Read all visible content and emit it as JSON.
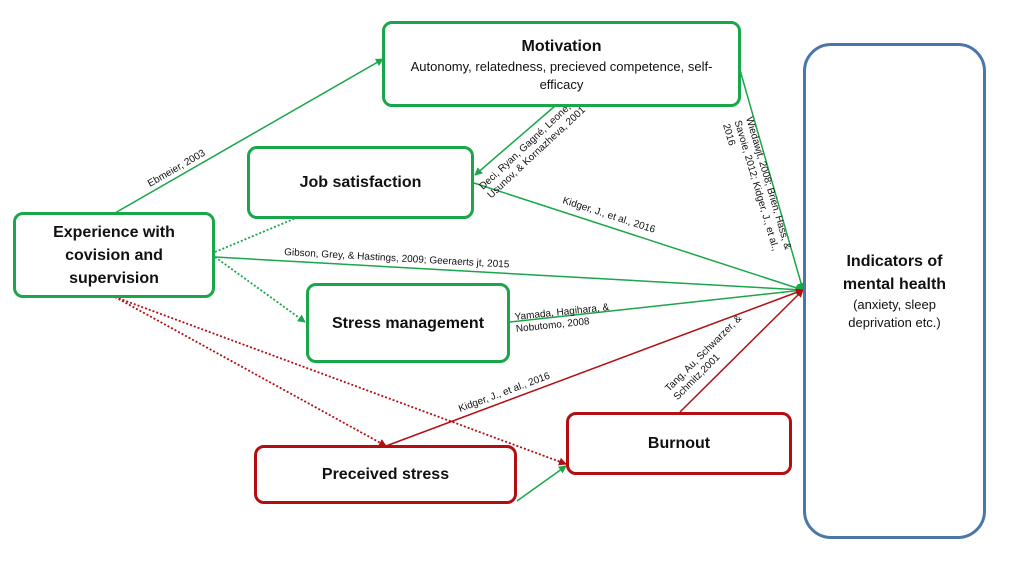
{
  "nodes": {
    "motivation": {
      "title": "Motivation",
      "subtitle": "Autonomy, relatedness, precieved competence, self-efficacy"
    },
    "job_satisfaction": {
      "title": "Job satisfaction"
    },
    "experience": {
      "title": "Experience with covision and supervision"
    },
    "stress_management": {
      "title": "Stress management"
    },
    "perceived_stress": {
      "title": "Preceived stress"
    },
    "burnout": {
      "title": "Burnout"
    },
    "indicators": {
      "title": "Indicators of mental health",
      "subtitle": "(anxiety, sleep deprivation etc.)"
    }
  },
  "edge_labels": {
    "ebmeier": "Ebmeier, 2003",
    "deci_line1": "Deci, Ryan, Gagné, Leone,",
    "deci_line2": "Usunov, & Kornazheva, 2001",
    "wiedaw_line1": "Wiedawjt, 2008; Brien, Hass, &",
    "wiedaw_line2": "Savoie, 2012; Kidger, J., et al.,",
    "wiedaw_line3": "2016",
    "kidger_job": "Kidger, J., et al., 2016",
    "gibson": "Gibson, Grey, & Hastings, 2009; Geeraerts jt, 2015",
    "yamada_line1": "Yamada, Hagihara, &",
    "yamada_line2": "Nobutomo, 2008",
    "kidger_stress": "Kidger, J., et al., 2016",
    "tang_line1": "Tang, Au, Schwarzer, &",
    "tang_line2": "Schmitz,2001"
  },
  "colors": {
    "green": "#1aa64a",
    "red": "#b30e12",
    "blue": "#4a76a8"
  }
}
